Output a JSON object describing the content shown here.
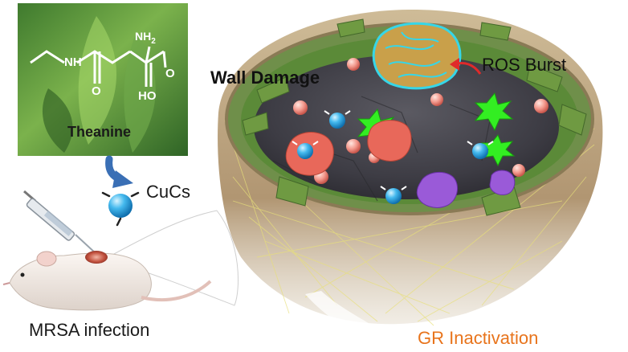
{
  "molecule": {
    "name": "Theanine",
    "atoms": {
      "amine": "NH",
      "nh2": "NH",
      "nh2_sub": "2",
      "carbonyl_o1": "O",
      "carbonyl_o2": "O",
      "hydroxyl": "HO"
    }
  },
  "labels": {
    "nanocluster": "CuCs",
    "infection": "MRSA infection",
    "wall_damage": "Wall Damage",
    "ros_burst": "ROS Burst",
    "gr_inactivation": "GR Inactivation"
  },
  "colors": {
    "leaf_bg": "#4f8a3c",
    "leaf_light": "#8fc25a",
    "arrow_blue": "#3a6fb5",
    "cucs_cyan": "#3ab3e8",
    "ros_green": "#33ee22",
    "gr_orange": "#e8741c",
    "shell_green": "#5d8a3a",
    "shell_tan": "#b39a72",
    "protein_red": "#e8685a",
    "protein_purple": "#9a5ad8",
    "enzyme_cyan": "#36d6e8",
    "red_arrow": "#e02a2a"
  },
  "icons": [
    "syringe-icon",
    "mouse-icon",
    "cucs-cluster-icon",
    "ros-star-icon",
    "protein-icon",
    "gr-enzyme-icon",
    "bacterium-cell-icon"
  ]
}
